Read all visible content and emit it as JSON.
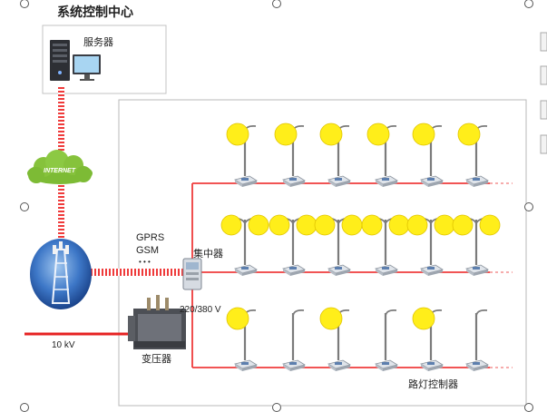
{
  "labels": {
    "title": "系统控制中心",
    "server": "服务器",
    "internet": "INTERNET",
    "gprs": "GPRS",
    "gsm": "GSM",
    "dots": "• • •",
    "concentrator": "集中器",
    "voltage_low": "220/380 V",
    "voltage_high": "10 kV",
    "transformer": "变压器",
    "lamp_controller": "路灯控制器"
  },
  "colors": {
    "line": "#ef3b3b",
    "line_light": "#f5a0a0",
    "lamp_on": "#ffee1a",
    "lamp_on_edge": "#e0c400",
    "pole": "#7b7b7b",
    "cloud": "#86c23c",
    "tower_bg": "#2c5fb3"
  },
  "rows": [
    {
      "name": "row-1",
      "lamp_types": [
        "single",
        "single",
        "single",
        "single",
        "single",
        "single"
      ],
      "lit": [
        true,
        true,
        true,
        true,
        true,
        true
      ]
    },
    {
      "name": "row-2",
      "lamp_types": [
        "double",
        "double",
        "double",
        "double",
        "double",
        "double"
      ],
      "lit": [
        true,
        true,
        true,
        true,
        true,
        true
      ]
    },
    {
      "name": "row-3",
      "lamp_types": [
        "single",
        "single",
        "single",
        "single",
        "single",
        "single"
      ],
      "lit": [
        true,
        false,
        true,
        false,
        true,
        false
      ]
    }
  ],
  "icons": [
    "server-icon",
    "monitor-icon",
    "cloud-icon",
    "cell-tower-icon",
    "concentrator-icon",
    "transformer-icon",
    "lamp-controller-icon",
    "streetlight-icon"
  ]
}
